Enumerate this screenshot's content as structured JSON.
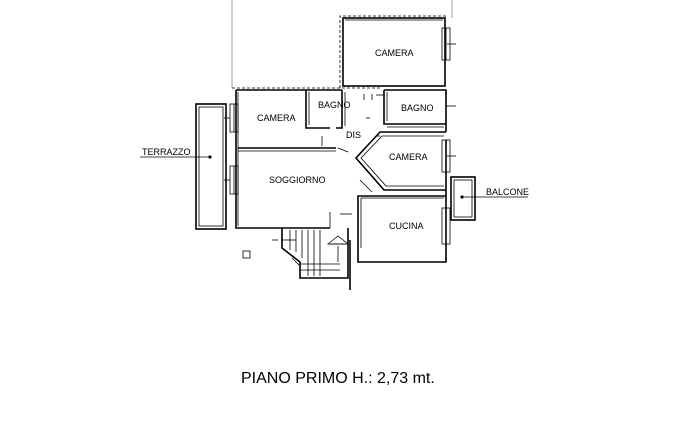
{
  "plan": {
    "rooms": {
      "camera_top": "CAMERA",
      "camera_left": "CAMERA",
      "bagno_left": "BAGNO",
      "bagno_right": "BAGNO",
      "dis": "DIS",
      "camera_right": "CAMERA",
      "soggiorno": "SOGGIORNO",
      "cucina": "CUCINA"
    },
    "outside": {
      "terrazzo": "TERRAZZO",
      "balcone": "BALCONE"
    }
  },
  "caption": "PIANO PRIMO H.: 2,73 mt."
}
